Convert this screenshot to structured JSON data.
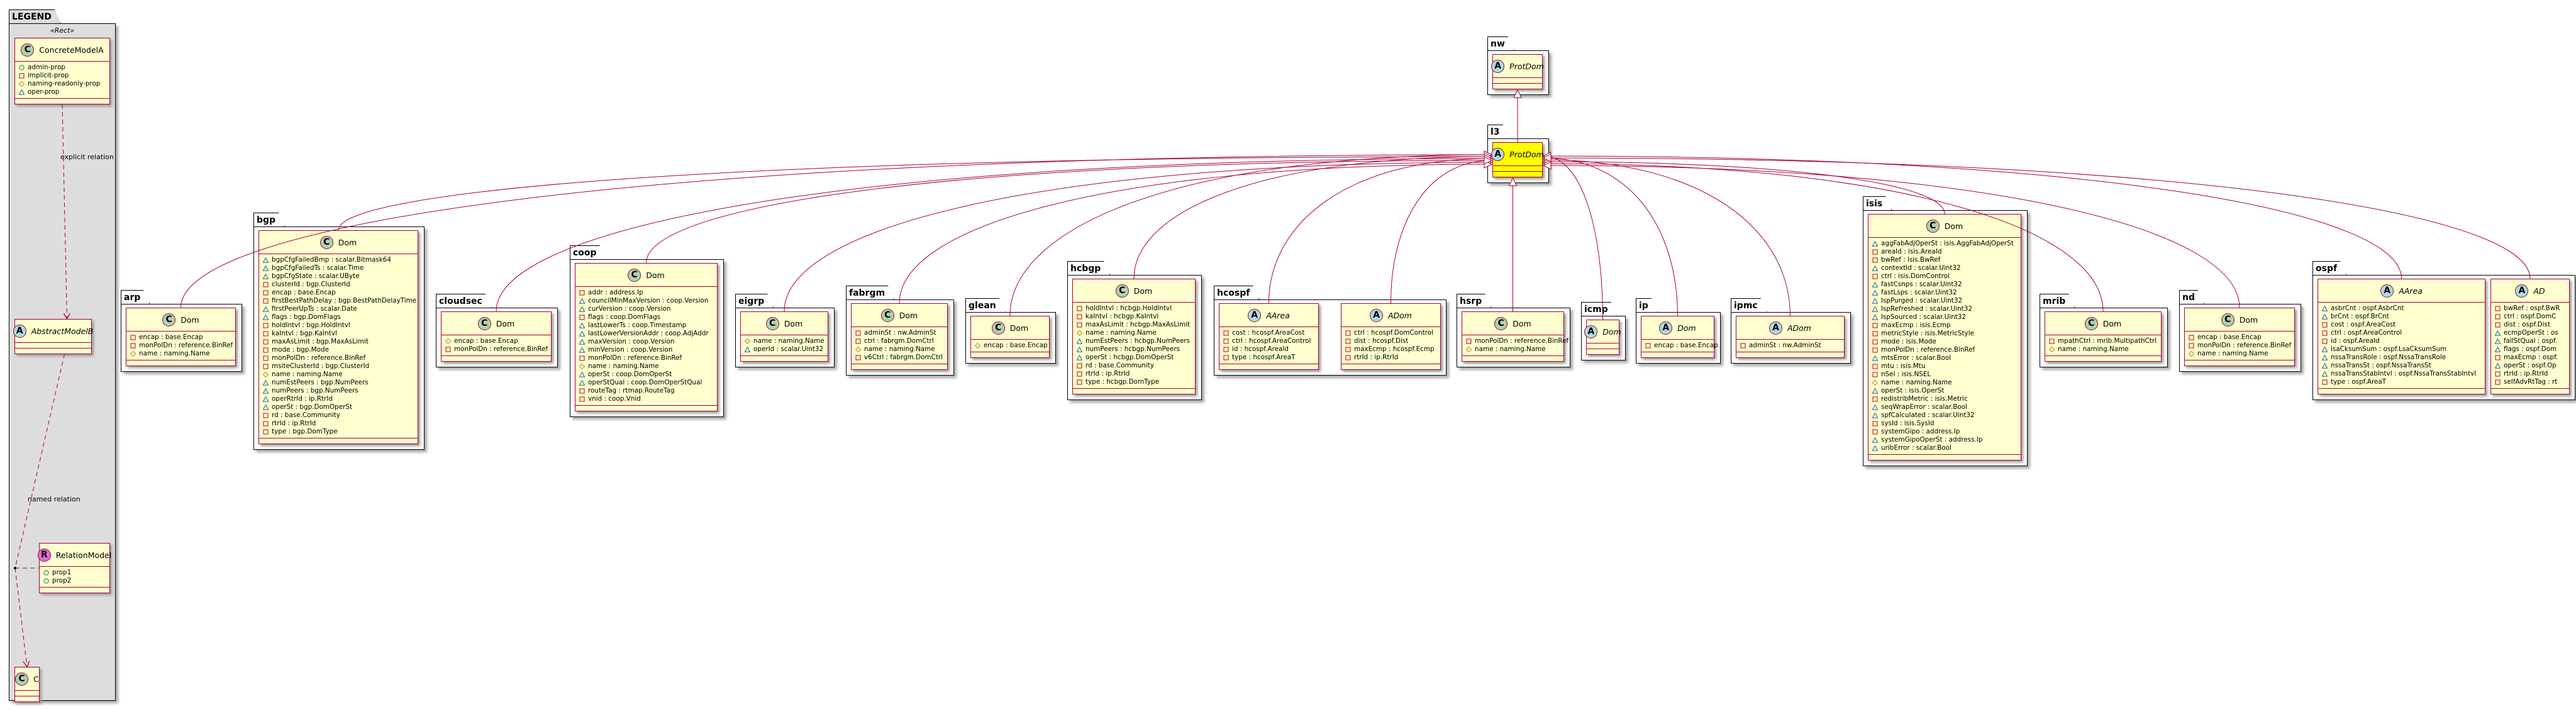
{
  "colors": {
    "border": "#A80036",
    "class_bg": "#FEFECE",
    "highlight": "#FFFF00",
    "legend_bg": "#DDDDDD",
    "admin": "#038048",
    "implicit": "#C82930",
    "naming": "#B38D22",
    "oper": "#1963A0"
  },
  "legend": {
    "title": "LEGEND",
    "stereotype": "«Rect»",
    "explicit_label": "explicit relation",
    "named_label": "named relation",
    "classes": [
      {
        "kind": "C",
        "name": "ConcreteModelA",
        "abstract": false,
        "attrs": [
          {
            "vis": "admin",
            "text": "admin-prop"
          },
          {
            "vis": "implicit",
            "text": "implicit-prop"
          },
          {
            "vis": "naming",
            "text": "naming-readonly-prop"
          },
          {
            "vis": "oper",
            "text": "oper-prop"
          }
        ]
      },
      {
        "kind": "A",
        "name": "AbstractModelB",
        "abstract": true,
        "attrs": []
      },
      {
        "kind": "R",
        "name": "RelationModel",
        "abstract": false,
        "attrs": [
          {
            "vis": "admin",
            "text": "prop1"
          },
          {
            "vis": "admin",
            "text": "prop2"
          }
        ]
      },
      {
        "kind": "C",
        "name": "C",
        "abstract": false,
        "attrs": []
      }
    ]
  },
  "packages": [
    {
      "name": "nw",
      "classes": [
        {
          "kind": "A",
          "name": "ProtDom",
          "abstract": true,
          "attrs": []
        }
      ]
    },
    {
      "name": "l3",
      "classes": [
        {
          "kind": "A",
          "name": "ProtDom",
          "abstract": true,
          "highlight": true,
          "attrs": []
        }
      ]
    },
    {
      "name": "arp",
      "classes": [
        {
          "kind": "C",
          "name": "Dom",
          "abstract": false,
          "attrs": [
            {
              "vis": "implicit",
              "text": "encap : base.Encap"
            },
            {
              "vis": "implicit",
              "text": "monPolDn : reference.BinRef"
            },
            {
              "vis": "naming",
              "text": "name : naming.Name"
            }
          ]
        }
      ]
    },
    {
      "name": "bgp",
      "classes": [
        {
          "kind": "C",
          "name": "Dom",
          "abstract": false,
          "attrs": [
            {
              "vis": "oper",
              "text": "bgpCfgFailedBmp : scalar.Bitmask64"
            },
            {
              "vis": "oper",
              "text": "bgpCfgFailedTs : scalar.Time"
            },
            {
              "vis": "oper",
              "text": "bgpCfgState : scalar.UByte"
            },
            {
              "vis": "implicit",
              "text": "clusterId : bgp.ClusterId"
            },
            {
              "vis": "implicit",
              "text": "encap : base.Encap"
            },
            {
              "vis": "implicit",
              "text": "firstBestPathDelay : bgp.BestPathDelayTime"
            },
            {
              "vis": "oper",
              "text": "firstPeerUpTs : scalar.Date"
            },
            {
              "vis": "oper",
              "text": "flags : bgp.DomFlags"
            },
            {
              "vis": "implicit",
              "text": "holdIntvl : bgp.HoldIntvl"
            },
            {
              "vis": "implicit",
              "text": "kaIntvl : bgp.KaIntvl"
            },
            {
              "vis": "implicit",
              "text": "maxAsLimit : bgp.MaxAsLimit"
            },
            {
              "vis": "implicit",
              "text": "mode : bgp.Mode"
            },
            {
              "vis": "implicit",
              "text": "monPolDn : reference.BinRef"
            },
            {
              "vis": "implicit",
              "text": "msiteClusterId : bgp.ClusterId"
            },
            {
              "vis": "naming",
              "text": "name : naming.Name"
            },
            {
              "vis": "oper",
              "text": "numEstPeers : bgp.NumPeers"
            },
            {
              "vis": "oper",
              "text": "numPeers : bgp.NumPeers"
            },
            {
              "vis": "oper",
              "text": "operRtrId : ip.RtrId"
            },
            {
              "vis": "oper",
              "text": "operSt : bgp.DomOperSt"
            },
            {
              "vis": "implicit",
              "text": "rd : base.Community"
            },
            {
              "vis": "implicit",
              "text": "rtrId : ip.RtrId"
            },
            {
              "vis": "implicit",
              "text": "type : bgp.DomType"
            }
          ]
        }
      ]
    },
    {
      "name": "cloudsec",
      "classes": [
        {
          "kind": "C",
          "name": "Dom",
          "abstract": false,
          "attrs": [
            {
              "vis": "naming",
              "text": "encap : base.Encap"
            },
            {
              "vis": "implicit",
              "text": "monPolDn : reference.BinRef"
            }
          ]
        }
      ]
    },
    {
      "name": "coop",
      "classes": [
        {
          "kind": "C",
          "name": "Dom",
          "abstract": false,
          "attrs": [
            {
              "vis": "implicit",
              "text": "addr : address.Ip"
            },
            {
              "vis": "oper",
              "text": "councilMinMaxVersion : coop.Version"
            },
            {
              "vis": "oper",
              "text": "curVersion : coop.Version"
            },
            {
              "vis": "implicit",
              "text": "flags : coop.DomFlags"
            },
            {
              "vis": "oper",
              "text": "lastLowerTs : coop.Timestamp"
            },
            {
              "vis": "oper",
              "text": "lastLowerVersionAddr : coop.AdjAddr"
            },
            {
              "vis": "oper",
              "text": "maxVersion : coop.Version"
            },
            {
              "vis": "oper",
              "text": "minVersion : coop.Version"
            },
            {
              "vis": "implicit",
              "text": "monPolDn : reference.BinRef"
            },
            {
              "vis": "naming",
              "text": "name : naming.Name"
            },
            {
              "vis": "oper",
              "text": "operSt : coop.DomOperSt"
            },
            {
              "vis": "oper",
              "text": "operStQual : coop.DomOperStQual"
            },
            {
              "vis": "implicit",
              "text": "routeTag : rtmap.RouteTag"
            },
            {
              "vis": "implicit",
              "text": "vnid : coop.Vnid"
            }
          ]
        }
      ]
    },
    {
      "name": "eigrp",
      "classes": [
        {
          "kind": "C",
          "name": "Dom",
          "abstract": false,
          "attrs": [
            {
              "vis": "naming",
              "text": "name : naming.Name"
            },
            {
              "vis": "oper",
              "text": "operId : scalar.Uint32"
            }
          ]
        }
      ]
    },
    {
      "name": "fabrgm",
      "classes": [
        {
          "kind": "C",
          "name": "Dom",
          "abstract": false,
          "attrs": [
            {
              "vis": "implicit",
              "text": "adminSt : nw.AdminSt"
            },
            {
              "vis": "implicit",
              "text": "ctrl : fabrgm.DomCtrl"
            },
            {
              "vis": "naming",
              "text": "name : naming.Name"
            },
            {
              "vis": "implicit",
              "text": "v6Ctrl : fabrgm.DomCtrl"
            }
          ]
        }
      ]
    },
    {
      "name": "glean",
      "classes": [
        {
          "kind": "C",
          "name": "Dom",
          "abstract": false,
          "attrs": [
            {
              "vis": "naming",
              "text": "encap : base.Encap"
            }
          ]
        }
      ]
    },
    {
      "name": "hcbgp",
      "classes": [
        {
          "kind": "C",
          "name": "Dom",
          "abstract": false,
          "attrs": [
            {
              "vis": "implicit",
              "text": "holdIntvl : hcbgp.HoldIntvl"
            },
            {
              "vis": "implicit",
              "text": "kaIntvl : hcbgp.KaIntvl"
            },
            {
              "vis": "implicit",
              "text": "maxAsLimit : hcbgp.MaxAsLimit"
            },
            {
              "vis": "naming",
              "text": "name : naming.Name"
            },
            {
              "vis": "oper",
              "text": "numEstPeers : hcbgp.NumPeers"
            },
            {
              "vis": "oper",
              "text": "numPeers : hcbgp.NumPeers"
            },
            {
              "vis": "oper",
              "text": "operSt : hcbgp.DomOperSt"
            },
            {
              "vis": "implicit",
              "text": "rd : base.Community"
            },
            {
              "vis": "implicit",
              "text": "rtrId : ip.RtrId"
            },
            {
              "vis": "implicit",
              "text": "type : hcbgp.DomType"
            }
          ]
        }
      ]
    },
    {
      "name": "hcospf",
      "classes": [
        {
          "kind": "A",
          "name": "AArea",
          "abstract": true,
          "attrs": [
            {
              "vis": "implicit",
              "text": "cost : hcospf.AreaCost"
            },
            {
              "vis": "implicit",
              "text": "ctrl : hcospf.AreaControl"
            },
            {
              "vis": "implicit",
              "text": "id : hcospf.AreaId"
            },
            {
              "vis": "implicit",
              "text": "type : hcospf.AreaT"
            }
          ]
        },
        {
          "kind": "A",
          "name": "ADom",
          "abstract": true,
          "attrs": [
            {
              "vis": "implicit",
              "text": "ctrl : hcospf.DomControl"
            },
            {
              "vis": "implicit",
              "text": "dist : hcospf.Dist"
            },
            {
              "vis": "implicit",
              "text": "maxEcmp : hcospf.Ecmp"
            },
            {
              "vis": "implicit",
              "text": "rtrId : ip.RtrId"
            }
          ]
        }
      ]
    },
    {
      "name": "hsrp",
      "classes": [
        {
          "kind": "C",
          "name": "Dom",
          "abstract": false,
          "attrs": [
            {
              "vis": "implicit",
              "text": "monPolDn : reference.BinRef"
            },
            {
              "vis": "naming",
              "text": "name : naming.Name"
            }
          ]
        }
      ]
    },
    {
      "name": "icmp",
      "classes": [
        {
          "kind": "A",
          "name": "Dom",
          "abstract": true,
          "attrs": []
        }
      ]
    },
    {
      "name": "ip",
      "classes": [
        {
          "kind": "A",
          "name": "Dom",
          "abstract": true,
          "attrs": [
            {
              "vis": "implicit",
              "text": "encap : base.Encap"
            }
          ]
        }
      ]
    },
    {
      "name": "ipmc",
      "classes": [
        {
          "kind": "A",
          "name": "ADom",
          "abstract": true,
          "attrs": [
            {
              "vis": "implicit",
              "text": "adminSt : nw.AdminSt"
            }
          ]
        }
      ]
    },
    {
      "name": "isis",
      "classes": [
        {
          "kind": "C",
          "name": "Dom",
          "abstract": false,
          "attrs": [
            {
              "vis": "oper",
              "text": "aggFabAdjOperSt : isis.AggFabAdjOperSt"
            },
            {
              "vis": "implicit",
              "text": "areaId : isis.AreaId"
            },
            {
              "vis": "implicit",
              "text": "bwRef : isis.BwRef"
            },
            {
              "vis": "oper",
              "text": "contextId : scalar.Uint32"
            },
            {
              "vis": "implicit",
              "text": "ctrl : isis.DomControl"
            },
            {
              "vis": "oper",
              "text": "fastCsnps : scalar.Uint32"
            },
            {
              "vis": "oper",
              "text": "fastLsps : scalar.Uint32"
            },
            {
              "vis": "oper",
              "text": "lspPurged : scalar.Uint32"
            },
            {
              "vis": "oper",
              "text": "lspRefreshed : scalar.Uint32"
            },
            {
              "vis": "oper",
              "text": "lspSourced : scalar.Uint32"
            },
            {
              "vis": "implicit",
              "text": "maxEcmp : isis.Ecmp"
            },
            {
              "vis": "implicit",
              "text": "metricStyle : isis.MetricStyle"
            },
            {
              "vis": "implicit",
              "text": "mode : isis.Mode"
            },
            {
              "vis": "implicit",
              "text": "monPolDn : reference.BinRef"
            },
            {
              "vis": "oper",
              "text": "mtsError : scalar.Bool"
            },
            {
              "vis": "implicit",
              "text": "mtu : isis.Mtu"
            },
            {
              "vis": "implicit",
              "text": "nSel : isis.NSEL"
            },
            {
              "vis": "naming",
              "text": "name : naming.Name"
            },
            {
              "vis": "oper",
              "text": "operSt : isis.OperSt"
            },
            {
              "vis": "implicit",
              "text": "redistribMetric : isis.Metric"
            },
            {
              "vis": "oper",
              "text": "seqWrapError : scalar.Bool"
            },
            {
              "vis": "oper",
              "text": "spfCalculated : scalar.Uint32"
            },
            {
              "vis": "implicit",
              "text": "sysId : isis.SysId"
            },
            {
              "vis": "implicit",
              "text": "systemGipo : address.Ip"
            },
            {
              "vis": "oper",
              "text": "systemGipoOperSt : address.Ip"
            },
            {
              "vis": "oper",
              "text": "uribError : scalar.Bool"
            }
          ]
        }
      ]
    },
    {
      "name": "mrib",
      "classes": [
        {
          "kind": "C",
          "name": "Dom",
          "abstract": false,
          "attrs": [
            {
              "vis": "implicit",
              "text": "mpathCtrl : mrib.MultipathCtrl"
            },
            {
              "vis": "naming",
              "text": "name : naming.Name"
            }
          ]
        }
      ]
    },
    {
      "name": "nd",
      "classes": [
        {
          "kind": "C",
          "name": "Dom",
          "abstract": false,
          "attrs": [
            {
              "vis": "implicit",
              "text": "encap : base.Encap"
            },
            {
              "vis": "implicit",
              "text": "monPolDn : reference.BinRef"
            },
            {
              "vis": "naming",
              "text": "name : naming.Name"
            }
          ]
        }
      ]
    },
    {
      "name": "ospf",
      "classes": [
        {
          "kind": "A",
          "name": "AArea",
          "abstract": true,
          "attrs": [
            {
              "vis": "oper",
              "text": "asbrCnt : ospf.AsbrCnt"
            },
            {
              "vis": "oper",
              "text": "brCnt : ospf.BrCnt"
            },
            {
              "vis": "implicit",
              "text": "cost : ospf.AreaCost"
            },
            {
              "vis": "implicit",
              "text": "ctrl : ospf.AreaControl"
            },
            {
              "vis": "implicit",
              "text": "id : ospf.AreaId"
            },
            {
              "vis": "oper",
              "text": "lsaCksumSum : ospf.LsaCksumSum"
            },
            {
              "vis": "oper",
              "text": "nssaTransRole : ospf.NssaTransRole"
            },
            {
              "vis": "oper",
              "text": "nssaTransSt : ospf.NssaTransSt"
            },
            {
              "vis": "oper",
              "text": "nssaTransStabIntvl : ospf.NssaTransStabIntvl"
            },
            {
              "vis": "implicit",
              "text": "type : ospf.AreaT"
            }
          ]
        },
        {
          "kind": "A",
          "name": "AD",
          "abstract": true,
          "attrs": [
            {
              "vis": "implicit",
              "text": "bwRef : ospf.BwR"
            },
            {
              "vis": "implicit",
              "text": "ctrl : ospf.DomC"
            },
            {
              "vis": "implicit",
              "text": "dist : ospf.Dist"
            },
            {
              "vis": "oper",
              "text": "ecmpOperSt : os"
            },
            {
              "vis": "oper",
              "text": "failStQual : ospf."
            },
            {
              "vis": "oper",
              "text": "flags : ospf.Dom"
            },
            {
              "vis": "implicit",
              "text": "maxEcmp : ospf."
            },
            {
              "vis": "oper",
              "text": "operSt : ospf.Op"
            },
            {
              "vis": "implicit",
              "text": "rtrId : ip.RtrId"
            },
            {
              "vis": "implicit",
              "text": "selfAdvRtTag : rt"
            }
          ]
        }
      ]
    }
  ]
}
